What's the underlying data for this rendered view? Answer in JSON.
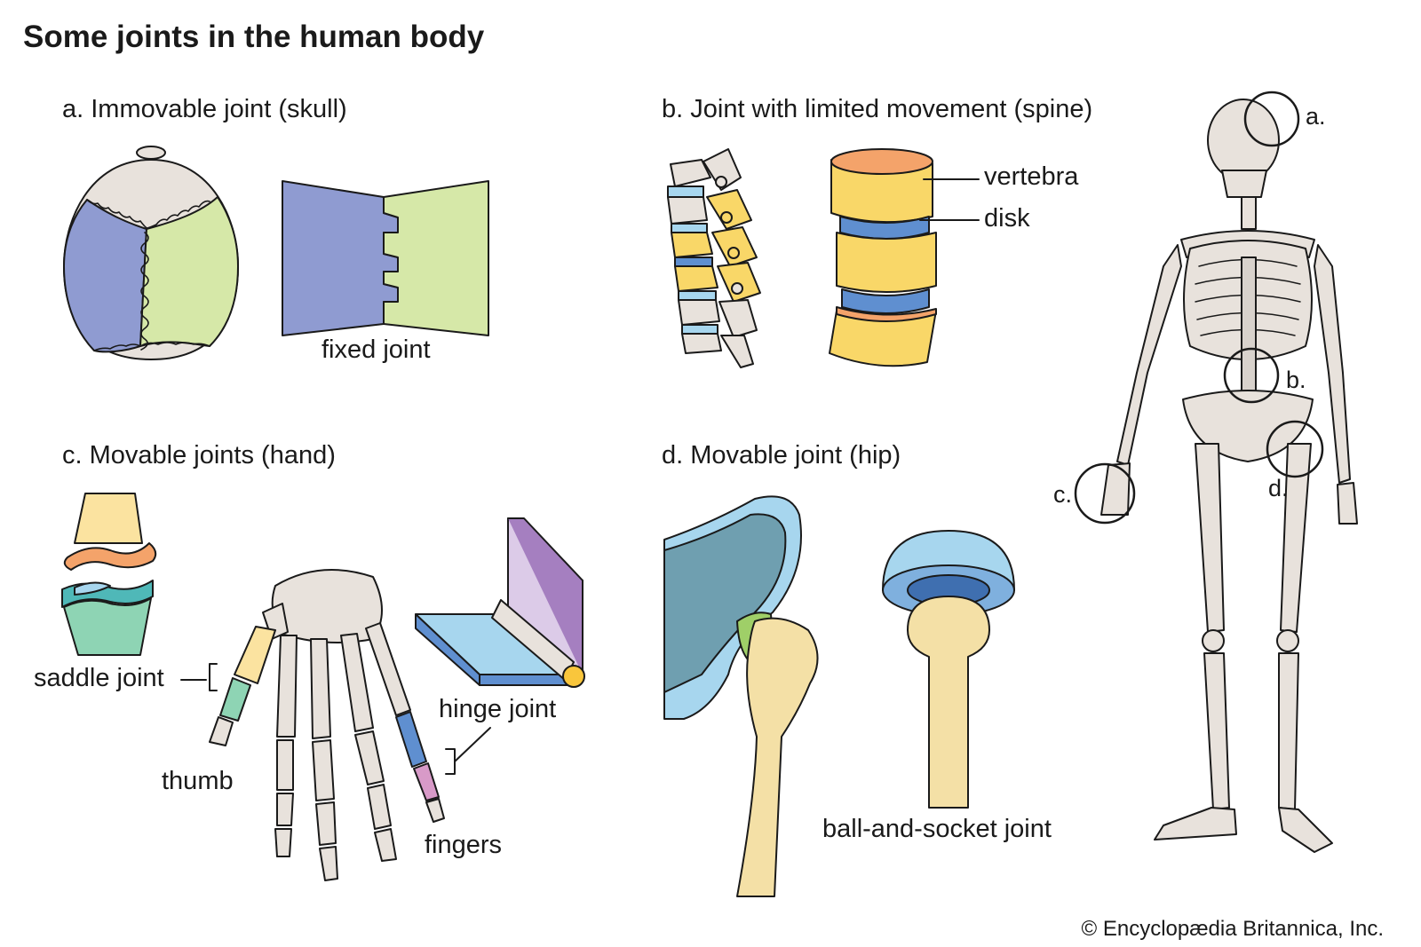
{
  "title": "Some joints in the human body",
  "sections": {
    "a": "a. Immovable joint (skull)",
    "b": "b. Joint with limited movement (spine)",
    "c": "c. Movable joints (hand)",
    "d": "d. Movable joint (hip)"
  },
  "labels": {
    "fixed_joint": "fixed joint",
    "vertebra": "vertebra",
    "disk": "disk",
    "saddle_joint": "saddle joint",
    "thumb": "thumb",
    "hinge_joint": "hinge joint",
    "fingers": "fingers",
    "ball_and_socket": "ball-and-socket joint"
  },
  "skeleton_markers": {
    "a": "a.",
    "b": "b.",
    "c": "c.",
    "d": "d."
  },
  "copyright": "© Encyclopædia Britannica, Inc.",
  "colors": {
    "bone": "#e8e2dc",
    "purple": "#8f9bd1",
    "green": "#d6e8a8",
    "yellow": "#f9d768",
    "orange": "#f4a36a",
    "blue_disk": "#5f8fd0",
    "light_blue": "#a7d6ee",
    "teal": "#4fb8b8",
    "mint": "#8ed4b4",
    "pale_yellow": "#fbe3a0",
    "lavender": "#dccbe8",
    "violet": "#a57fc0",
    "femur": "#f4e0a6"
  }
}
